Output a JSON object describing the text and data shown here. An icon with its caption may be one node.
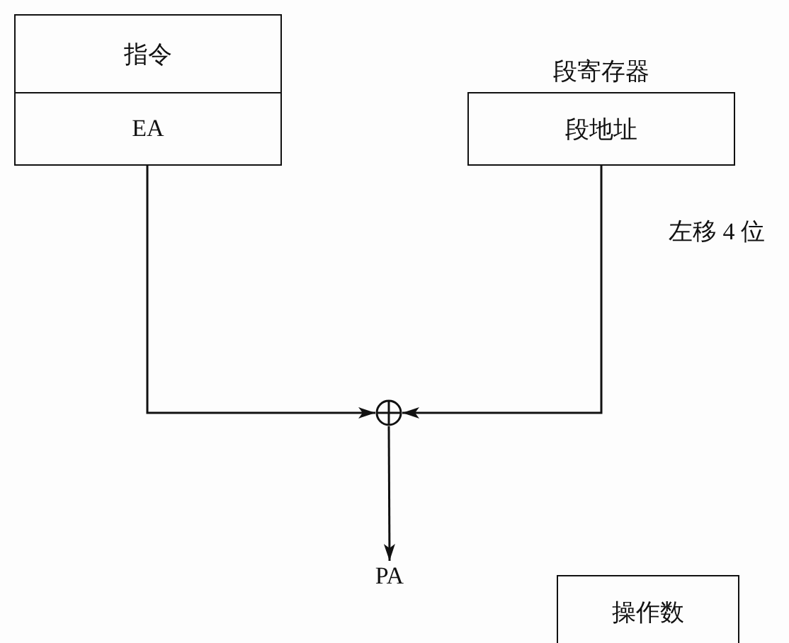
{
  "diagram": {
    "nodes": [
      {
        "text": [
          "指令"
        ]
      },
      {
        "text": [
          "EA"
        ]
      },
      {
        "text": [
          "段寄存器",
          "段地址"
        ]
      },
      {
        "text": [],
        "shape": "circle"
      },
      {
        "text": [
          "PA"
        ]
      },
      {
        "text": [
          "操作数"
        ]
      }
    ],
    "edges": [
      {
        "from": 1,
        "to": 3,
        "arrow": "to"
      },
      {
        "from": 2,
        "to": 3,
        "arrow": "to"
      },
      {
        "from": 3,
        "to": 4,
        "arrow": "to"
      }
    ],
    "labels": [
      "左移 4 位"
    ]
  }
}
